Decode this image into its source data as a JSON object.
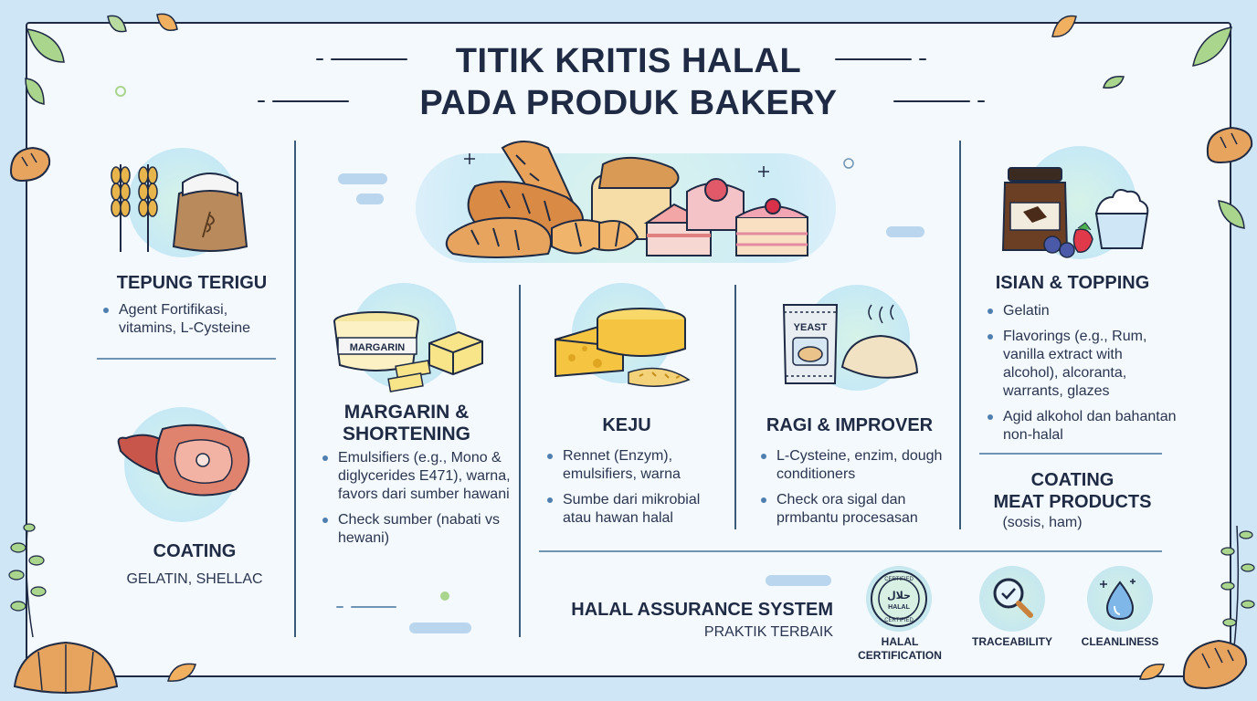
{
  "title": {
    "line1": "TITIK KRITIS HALAL",
    "line2": "PADA PRODUK BAKERY"
  },
  "sections": {
    "tepung": {
      "title": "TEPUNG TERIGU",
      "items": [
        "Agent Fortifikasi,",
        "vitamins, L-Cysteine"
      ]
    },
    "coating_left": {
      "title": "COATING",
      "subtitle": "GELATIN, SHELLAC"
    },
    "margarin": {
      "title_line1": "MARGARIN &",
      "title_line2": "SHORTENING",
      "icon_text": "MARGARIN",
      "items": [
        "Emulsifiers (e.g., Mono & diglycerides E471), warna, favors dari sumber hawani",
        "Check sumber (nabati vs hewani)"
      ]
    },
    "keju": {
      "title": "KEJU",
      "items": [
        "Rennet (Enzym), emulsifiers, warna",
        "Sumbe dari mikrobial atau hawan halal"
      ]
    },
    "ragi": {
      "title": "RAGI & IMPROVER",
      "icon_text": "YEAST",
      "items": [
        "L-Cysteine, enzim, dough conditioners",
        "Check ora sigal dan prmbantu procesasan"
      ]
    },
    "isian": {
      "title": "ISIAN & TOPPING",
      "items": [
        "Gelatin",
        "Flavorings (e.g., Rum, vanilla extract with alcohol), alcoranta, warrants, glazes",
        "Agid alkohol dan bahantan non-halal"
      ]
    },
    "coating_meat": {
      "title_line1": "COATING",
      "title_line2": "MEAT PRODUCTS",
      "subtitle": "(sosis, ham)"
    }
  },
  "assurance": {
    "title": "HALAL ASSURANCE SYSTEM",
    "subtitle": "PRAKTIK TERBAIK",
    "badges": [
      {
        "label_line1": "HALAL",
        "label_line2": "CERTIFICATION",
        "icon": "halal-seal-icon",
        "seal_top": "CERTIFIED",
        "seal_mid": "حلال",
        "seal_low": "HALAL",
        "seal_bottom": "CERTIFIED"
      },
      {
        "label_line1": "TRACEABILITY",
        "label_line2": "",
        "icon": "magnifier-check-icon"
      },
      {
        "label_line1": "CLEANLINESS",
        "label_line2": "",
        "icon": "water-drop-icon"
      }
    ]
  },
  "colors": {
    "navy": "#1f2a44",
    "background": "#cfe6f6",
    "panel": "#f4f9fd",
    "bullet": "#4f7fb0",
    "accent_mint": "#d4f1e6"
  }
}
